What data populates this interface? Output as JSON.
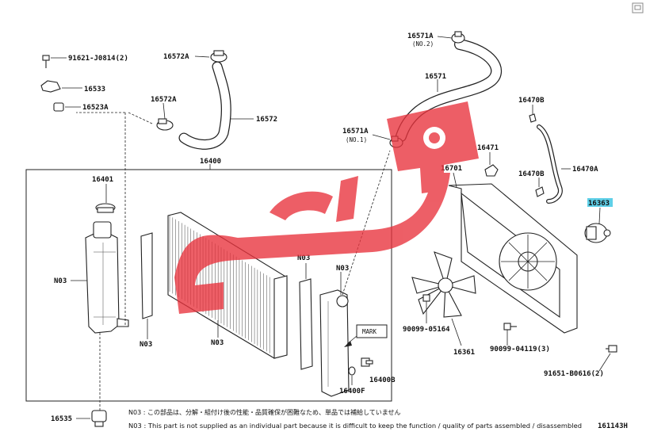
{
  "diagram": {
    "ref_code": "161143H",
    "corner_icon": "window-restore-icon",
    "watermark_color": "#e8323c",
    "highlight_color": "#5fd0e8",
    "labels": {
      "p16400": "16400",
      "p16401": "16401",
      "n03_a": "N03",
      "n03_b": "N03",
      "n03_c": "N03",
      "n03_d": "N03",
      "n03_e": "N03",
      "p91621": "91621-J0814(2)",
      "p16533": "16533",
      "p16523a": "16523A",
      "p16572a_top": "16572A",
      "p16572a_mid": "16572A",
      "p16572": "16572",
      "p16571a_top": "16571A",
      "no2": "(NO.2)",
      "p16571": "16571",
      "p16571a_mid": "16571A",
      "no1": "(NO.1)",
      "p16471": "16471",
      "p16470b_top": "16470B",
      "p16470b_mid": "16470B",
      "p16470a": "16470A",
      "p16701": "16701",
      "p16363": "16363",
      "p90099_05164": "90099-05164",
      "p16361": "16361",
      "p90099_04119": "90099-04119(3)",
      "p91651": "91651-B0616(2)",
      "mark": "MARK",
      "p16400b": "16400B",
      "p16400f": "16400F",
      "p16535": "16535"
    },
    "notes": {
      "jp": "N03 : この部品は、分解・組付け後の性能・品質確保が困難なため、単品では補給していません",
      "en": "N03 : This part is not supplied as an individual part because it is difficult to keep the function / quality of parts assembled / disassembled"
    }
  }
}
